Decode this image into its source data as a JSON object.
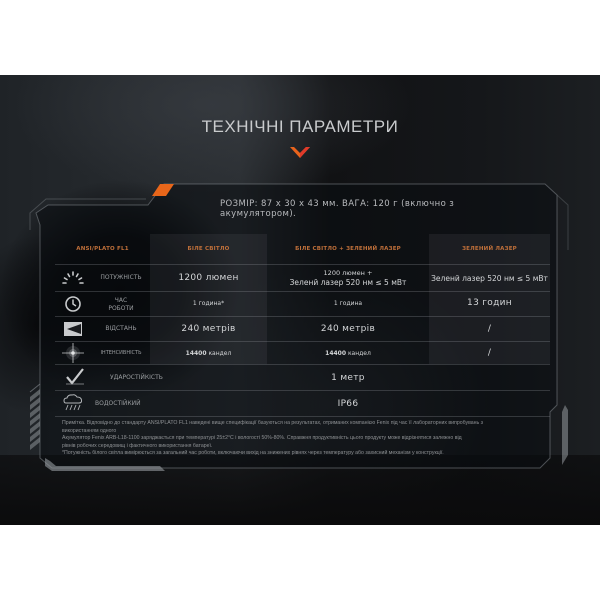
{
  "header": {
    "title": "ТЕХНІЧНІ ПАРАМЕТРИ",
    "chevron_icon": "chevron-down-icon",
    "accent_color": "#e8631c"
  },
  "dimensions": "РОЗМІР: 87 x 30 x 43 мм. ВАГА: 120 г (включно з акумулятором).",
  "table": {
    "columns": [
      {
        "label": "ANSI/PLATO FL1"
      },
      {
        "label": "БІЛЕ СВІТЛО"
      },
      {
        "label": "БІЛЕ СВІТЛО + ЗЕЛЕНИЙ ЛАЗЕР"
      },
      {
        "label": "ЗЕЛЕНИЙ ЛАЗЕР"
      }
    ],
    "rows": [
      {
        "icon": "light-output-icon",
        "label": "ПОТУЖНІСТЬ",
        "values": [
          "1200 люмен",
          "1200 люмен + Зеленй лазер 520 нм ≤ 5 мВт",
          "Зеленй лазер 520 нм ≤ 5 мВт"
        ],
        "v2_line1": "1200 люмен +",
        "v2_line2": "Зеленй лазер 520 нм ≤ 5 мВт"
      },
      {
        "icon": "clock-icon",
        "label_line1": "ЧАС",
        "label_line2": "РОБОТИ",
        "values": [
          "1 година*",
          "1 година",
          "13 годин"
        ]
      },
      {
        "icon": "beam-distance-icon",
        "label": "ВІДСТАНЬ",
        "values": [
          "240 метрів",
          "240 метрів",
          "/"
        ]
      },
      {
        "icon": "intensity-icon",
        "label": "ІНТЕНСИВНІСТЬ",
        "values": [
          "14400 кандел",
          "14400 кандел",
          "/"
        ],
        "num": "14400",
        "unit": "кандел"
      },
      {
        "icon": "impact-resistance-icon",
        "label": "УДАРОСТІЙКІСТЬ",
        "value": "1 метр"
      },
      {
        "icon": "waterproof-icon",
        "label": "ВОДОСТІЙКИЙ",
        "value": "IP66"
      }
    ]
  },
  "notes": [
    "Примітка. Відповідно до стандарту ANSI/PLATO FL1 наведені вище специфікації базуються на результатах, отриманих компанією Fenix під час її лабораторних випробувань з",
    "використанням одного",
    "Акумулятор Fenix ARB-L18-1100 заряджається при температурі 25±2°C і вологості 50%-80%. Справжня продуктивність цього продукту може відрізнятися залежно від",
    "рівнів робочих середовищ і фактичного використання батареї.",
    "*Потужність білого світла вимірюється за загальний час роботи, включаючи вихід на знижених рівнях через температуру або захисний механізм у конструкції."
  ]
}
